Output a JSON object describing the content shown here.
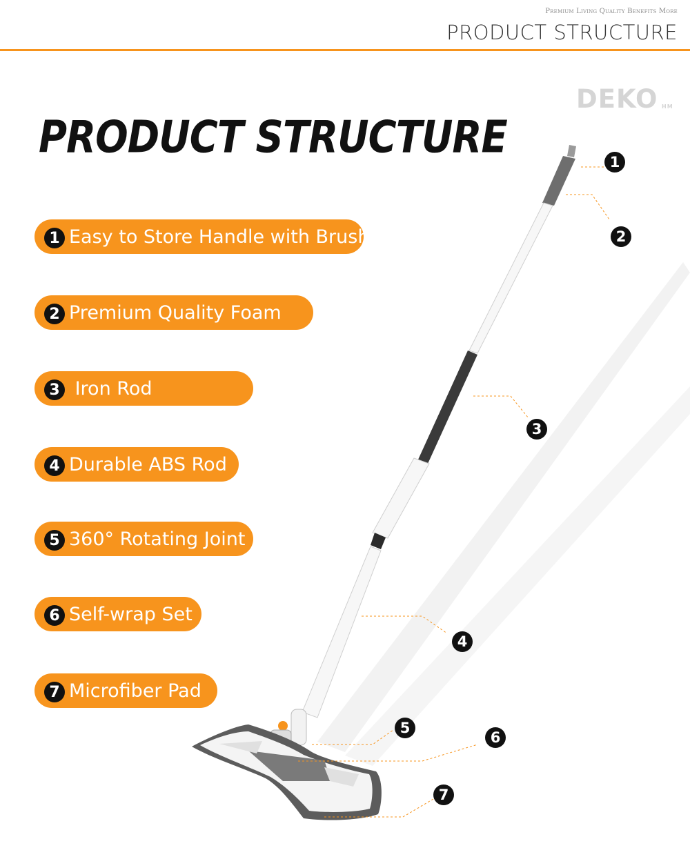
{
  "header": {
    "tagline": "Premium Living Quality Benefits More",
    "title": "PRODUCT STRUCTURE"
  },
  "brand": {
    "name": "DEKO",
    "sub": "HM"
  },
  "main_title": "PRODUCT STRUCTURE",
  "features": [
    {
      "number": "1",
      "label": "Easy to Store Handle with Brush"
    },
    {
      "number": "2",
      "label": "Premium Quality Foam"
    },
    {
      "number": "3",
      "label": " Iron Rod"
    },
    {
      "number": "4",
      "label": "Durable ABS Rod"
    },
    {
      "number": "5",
      "label": "360° Rotating Joint"
    },
    {
      "number": "6",
      "label": "Self-wrap Set"
    },
    {
      "number": "7",
      "label": "Microfiber Pad"
    }
  ],
  "callouts": [
    "1",
    "2",
    "3",
    "4",
    "5",
    "6",
    "7"
  ],
  "colors": {
    "accent": "#f7941d",
    "badge": "#111111",
    "rod_dark": "#3a3a3a",
    "pad_gray": "#5c5c5c"
  }
}
